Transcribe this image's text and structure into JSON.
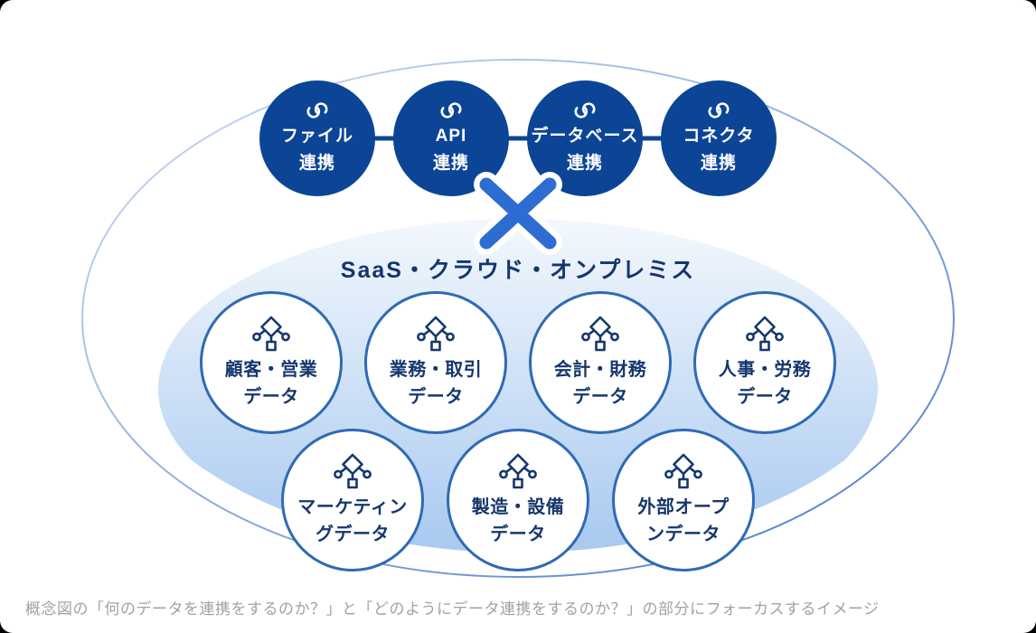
{
  "colors": {
    "page_background": "#000000",
    "card_background": "#ffffff",
    "method_circle_fill": "#0c4596",
    "connector_line": "#0c4596",
    "cross_blue": "#2d6cd2",
    "platform_text": "#15356d",
    "category_circle_border": "#2f6ab4",
    "category_text": "#15376e",
    "outer_ellipse_border_light": "#d3dff2",
    "outer_ellipse_border_dark": "#4a7ac8",
    "inner_ellipse_gradient_top": "#f3f8fd",
    "inner_ellipse_gradient_bottom": "#a7c8f0",
    "caption_text": "#a2a2a2"
  },
  "diagram": {
    "integration_methods": [
      {
        "icon": "link-icon",
        "line1": "ファイル",
        "line2": "連携"
      },
      {
        "icon": "link-icon",
        "line1": "API",
        "line2": "連携"
      },
      {
        "icon": "link-icon",
        "line1": "データベース",
        "line2": "連携"
      },
      {
        "icon": "link-icon",
        "line1": "コネクタ",
        "line2": "連携"
      }
    ],
    "cross_symbol": "multiply-cross",
    "platform_label": "SaaS・クラウド・オンプレミス",
    "data_categories": [
      {
        "icon": "data-hierarchy-icon",
        "line1": "顧客・営業",
        "line2": "データ"
      },
      {
        "icon": "data-hierarchy-icon",
        "line1": "業務・取引",
        "line2": "データ"
      },
      {
        "icon": "data-hierarchy-icon",
        "line1": "会計・財務",
        "line2": "データ"
      },
      {
        "icon": "data-hierarchy-icon",
        "line1": "人事・労務",
        "line2": "データ"
      },
      {
        "icon": "data-hierarchy-icon",
        "line1": "マーケティン",
        "line2": "グデータ"
      },
      {
        "icon": "data-hierarchy-icon",
        "line1": "製造・設備",
        "line2": "データ"
      },
      {
        "icon": "data-hierarchy-icon",
        "line1": "外部オープ",
        "line2": "ンデータ"
      }
    ]
  },
  "caption": "概念図の「何のデータを連携をするのか？」と「どのようにデータ連携をするのか？」の部分にフォーカスするイメージ"
}
